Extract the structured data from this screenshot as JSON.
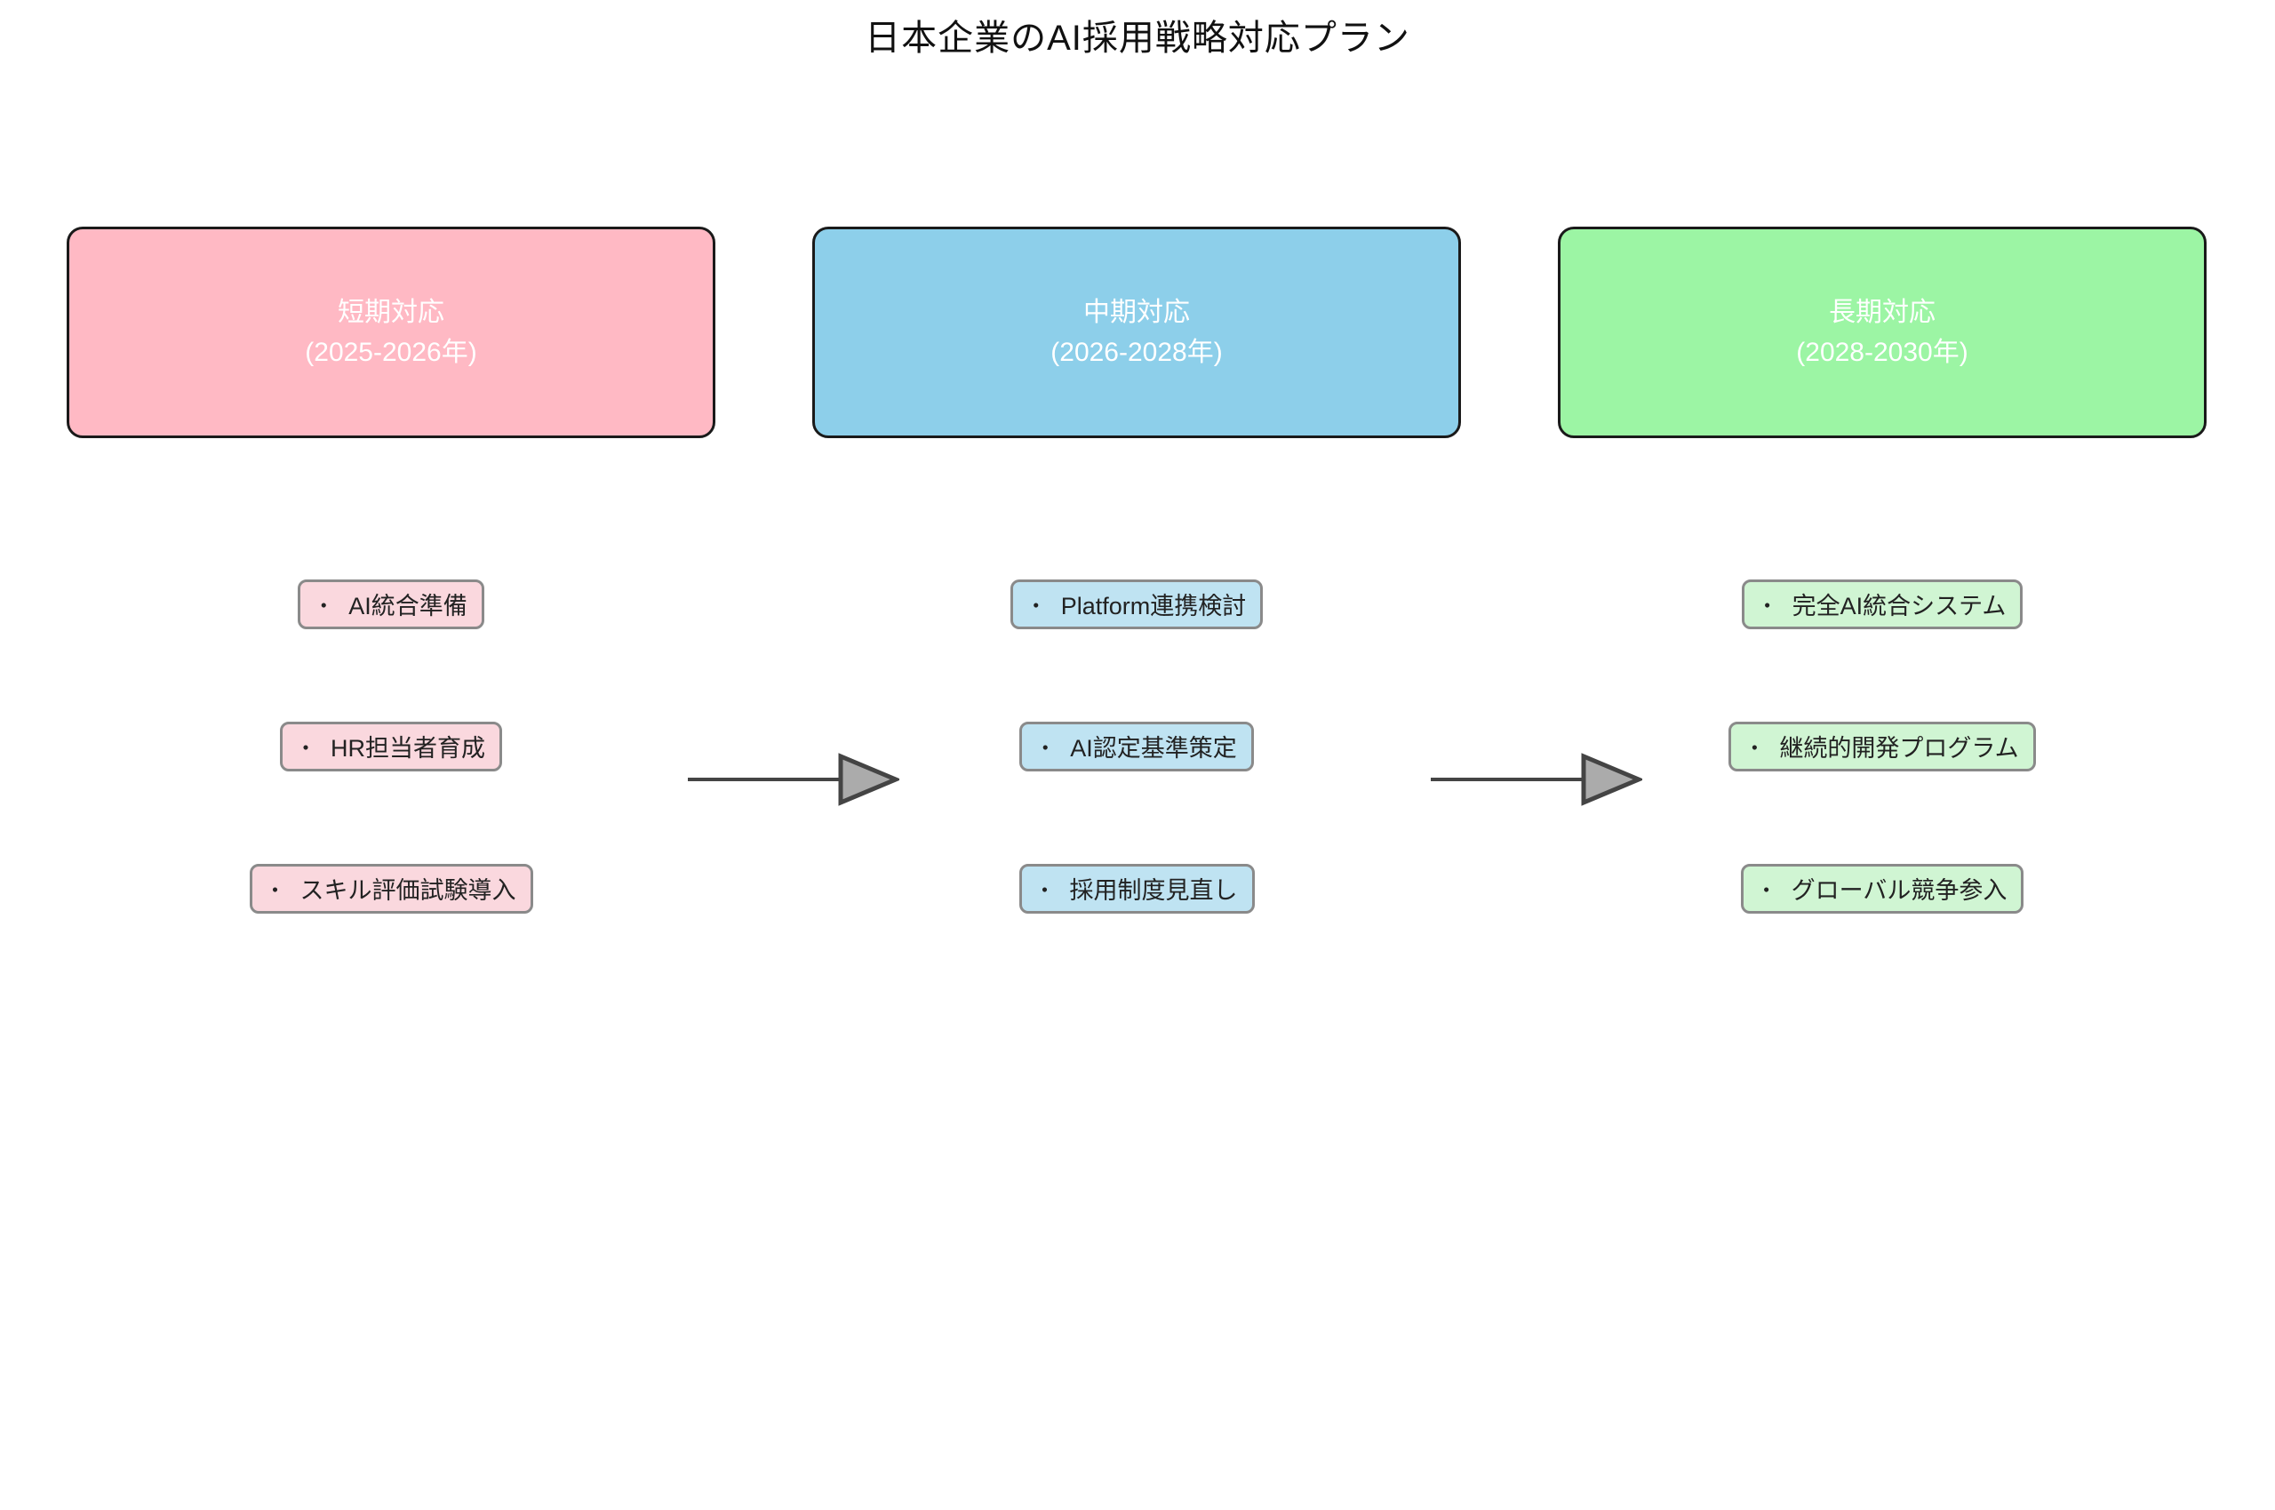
{
  "title": "日本企業のAI採用戦略対応プラン",
  "bullet": "・",
  "phases": [
    {
      "name": "短期対応",
      "period": "(2025-2026年)",
      "box_color": "#FFB9C4",
      "item_color": "#FAD8DE",
      "items": [
        "AI統合準備",
        "HR担当者育成",
        "スキル評価試験導入"
      ]
    },
    {
      "name": "中期対応",
      "period": "(2026-2028年)",
      "box_color": "#8DCFEA",
      "item_color": "#BFE3F2",
      "items": [
        "Platform連携検討",
        "AI認定基準策定",
        "採用制度見直し"
      ]
    },
    {
      "name": "長期対応",
      "period": "(2028-2030年)",
      "box_color": "#9CF5A4",
      "item_color": "#D0F5D3",
      "items": [
        "完全AI統合システム",
        "継続的開発プログラム",
        "グローバル競争参入"
      ]
    }
  ],
  "arrow": {
    "line_color": "#444444",
    "head_fill": "#ababab",
    "head_stroke": "#444444"
  },
  "colors": {
    "phase_border": "#1a1a1a",
    "item_border": "#8a8a8a",
    "title_text": "#111111",
    "phase_text": "#ffffff",
    "item_text": "#222222",
    "background": "#ffffff"
  }
}
